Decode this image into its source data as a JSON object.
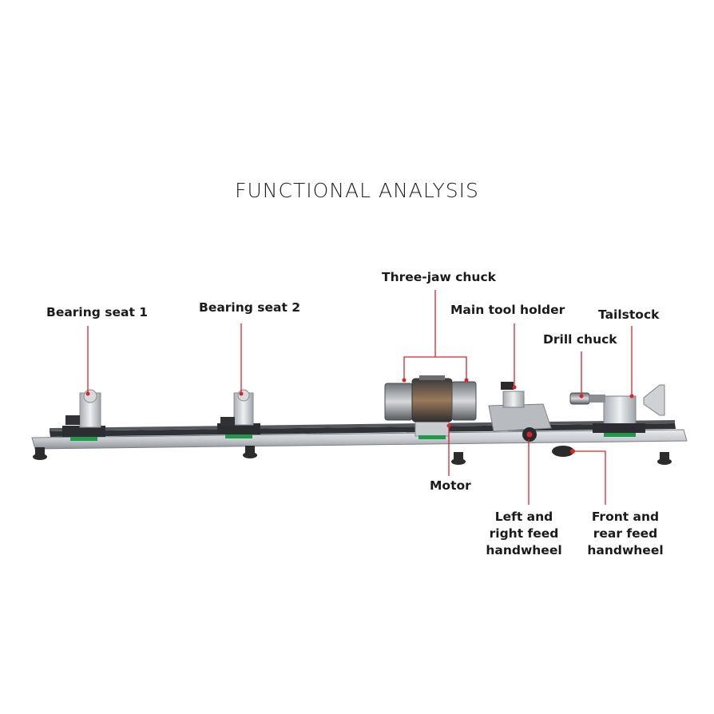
{
  "title": "FUNCTIONAL ANALYSIS",
  "accent_color": "#d9242b",
  "labels": {
    "bearing_seat_1": "Bearing seat 1",
    "bearing_seat_2": "Bearing seat 2",
    "three_jaw_chuck": "Three-jaw chuck",
    "main_tool_holder": "Main tool holder",
    "tailstock": "Tailstock",
    "drill_chuck": "Drill chuck",
    "motor": "Motor",
    "left_right_feed_line1": "Left and",
    "left_right_feed_line2": "right feed",
    "left_right_feed_line3": "handwheel",
    "front_rear_feed_line1": "Front and",
    "front_rear_feed_line2": "rear feed",
    "front_rear_feed_line3": "handwheel"
  }
}
